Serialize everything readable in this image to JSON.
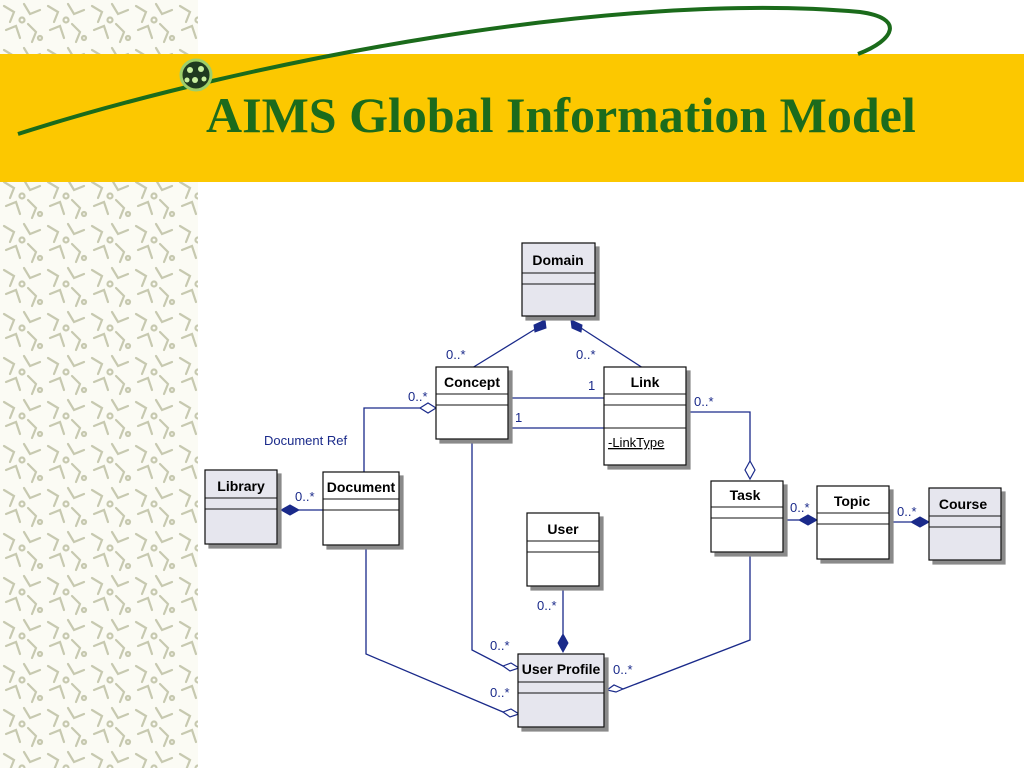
{
  "slide": {
    "title": "AIMS Global Information Model",
    "colors": {
      "band": "#fcc800",
      "title": "#1c6b1c",
      "swoosh": "#1b6b1b",
      "connector": "#1a2a8a",
      "class_fill": "#e6e6ee"
    },
    "decoration_icon": "globe-bullet-icon"
  },
  "classes": {
    "domain": "Domain",
    "concept": "Concept",
    "link": "Link",
    "link_attribute": "-LinkType",
    "library": "Library",
    "document": "Document",
    "user": "User",
    "user_profile": "User Profile",
    "task": "Task",
    "topic": "Topic",
    "course": "Course"
  },
  "labels": {
    "concept_domain_mult": "0..*",
    "link_domain_mult": "0..*",
    "concept_doc_mult": "0..*",
    "document_ref": "Document Ref",
    "link_concept_1_top": "1",
    "link_concept_1_bottom": "1",
    "link_task_mult": "0..*",
    "library_doc_mult": "0..*",
    "task_topic_mult": "0..*",
    "topic_course_mult": "0..*",
    "user_profile_mult": "0..*",
    "concept_profile_mult": "0..*",
    "document_profile_mult": "0..*",
    "task_profile_mult": "0..*"
  }
}
